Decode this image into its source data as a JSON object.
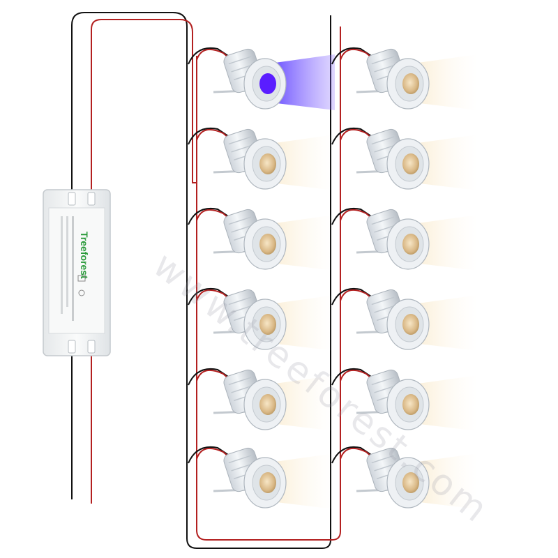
{
  "diagram": {
    "driver": {
      "brand": "Treeforest"
    },
    "lights": {
      "columns": 2,
      "rows": 6,
      "active_color": "#5a1dff",
      "warm_color": "#f3d9a8"
    },
    "wires": {
      "positive_color": "#b32020",
      "negative_color": "#111111"
    },
    "watermark": "www.treeforest.com"
  }
}
